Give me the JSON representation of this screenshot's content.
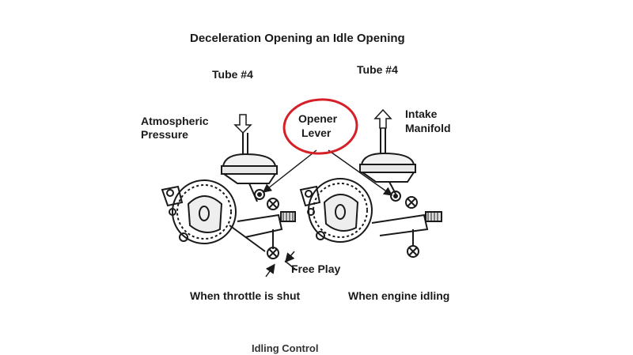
{
  "title": "Deceleration Opening an Idle Opening",
  "left": {
    "tube": "Tube #4",
    "side_label_line1": "Atmospheric",
    "side_label_line2": "Pressure",
    "caption": "When throttle is shut"
  },
  "right": {
    "tube": "Tube #4",
    "side_label_line1": "Intake",
    "side_label_line2": "Manifold",
    "caption": "When engine idling"
  },
  "callout": {
    "line1": "Opener",
    "line2": "Lever",
    "circle_color": "#d62028"
  },
  "free_play": "Free Play",
  "footer": "Idling Control",
  "colors": {
    "ink": "#1a1a1a",
    "annotation": "#d62028"
  }
}
